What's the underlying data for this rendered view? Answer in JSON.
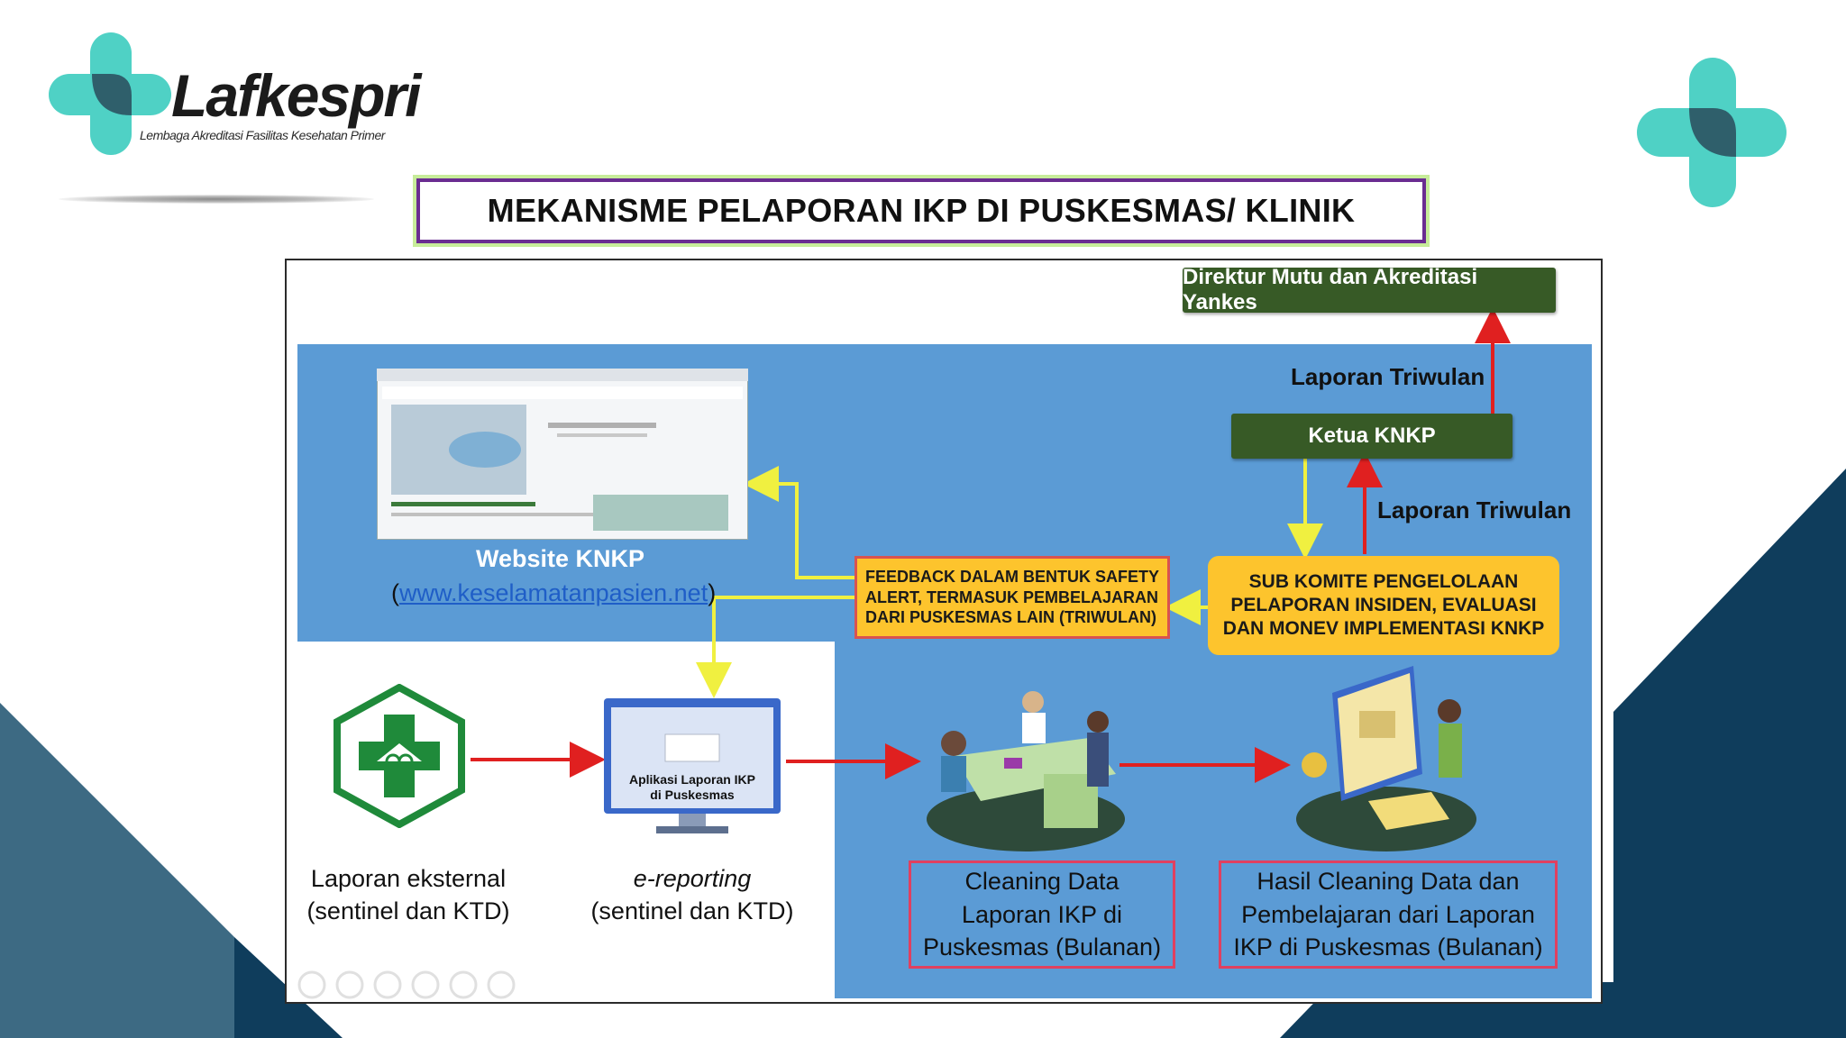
{
  "logo": {
    "name": "Lafkespri",
    "subtitle": "Lembaga Akreditasi Fasilitas Kesehatan Primer"
  },
  "slide": {
    "title": "MEKANISME PELAPORAN IKP DI PUSKESMAS/ KLINIK"
  },
  "colors": {
    "teal": "#4fd1c5",
    "dark_teal": "#2f5f6b",
    "navy": "#0f3d5c",
    "diagram_blue": "#5b9bd5",
    "dark_green": "#375a26",
    "yellow": "#fdc42d",
    "arrow_red": "#e02020",
    "arrow_yellow": "#f0f040"
  },
  "diagram": {
    "direktur": "Direktur Mutu dan Akreditasi Yankes",
    "laporan_triwulan_top": "Laporan Triwulan",
    "ketua": "Ketua KNKP",
    "laporan_triwulan_mid": "Laporan Triwulan",
    "subkomite": [
      "SUB KOMITE PENGELOLAAN",
      "PELAPORAN INSIDEN, EVALUASI",
      "DAN MONEV IMPLEMENTASI KNKP"
    ],
    "feedback": [
      "FEEDBACK DALAM BENTUK SAFETY",
      "ALERT, TERMASUK PEMBELAJARAN",
      "DARI PUSKESMAS LAIN (TRIWULAN)"
    ],
    "website_label": "Website KNKP",
    "website_open": "(",
    "website_url": "www.keselamatanpasien.net",
    "website_close": ")",
    "app_label": [
      "Aplikasi Laporan IKP",
      "di Puskesmas"
    ],
    "external": [
      "Laporan eksternal",
      "(sentinel dan KTD)"
    ],
    "ereporting": [
      "e-reporting",
      "(sentinel dan KTD)"
    ],
    "cleaning": [
      "Cleaning Data",
      "Laporan IKP di",
      "Puskesmas (Bulanan)"
    ],
    "hasil": [
      "Hasil Cleaning Data dan",
      "Pembelajaran dari Laporan",
      "IKP di Puskesmas (Bulanan)"
    ]
  }
}
